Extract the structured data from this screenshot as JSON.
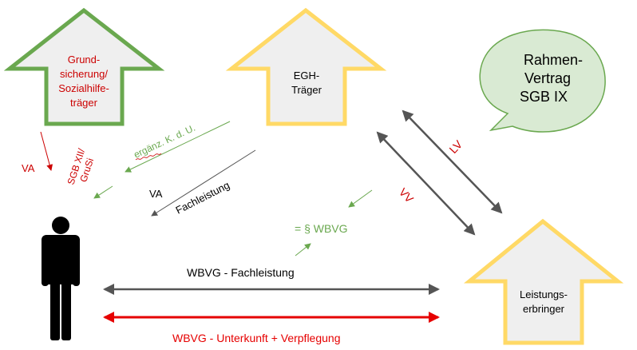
{
  "houses": {
    "grundsicherung": {
      "lines": [
        "Grund-",
        "sicherung/",
        "Sozialhilfe-",
        "träger"
      ],
      "border_color": "#6aa84f",
      "text_color": "#cc0000"
    },
    "egh": {
      "lines": [
        "EGH-",
        "Träger"
      ],
      "border_color": "#ffd966",
      "text_color": "#000000"
    },
    "leistungserbringer": {
      "lines": [
        "Leistungs-",
        "erbringer"
      ],
      "border_color": "#ffd966",
      "text_color": "#000000"
    }
  },
  "bubble": {
    "lines": [
      "Rahmen-",
      "Vertrag",
      "SGB IX"
    ],
    "fill": "#d9ead3",
    "border_color": "#6aa84f"
  },
  "labels": {
    "va_red": "VA",
    "sgb_xii_line1": "SGB XII/",
    "sgb_xii_line2": "GruSi",
    "ergaenz_kdu": "ergänz. K. d. U.",
    "va_black": "VA",
    "fachleistung": "Fachleistung",
    "lv": "LV",
    "vv": "VV",
    "wbvg_paragraph": "= § WBVG",
    "wbvg_fachleistung": "WBVG - Fachleistung",
    "wbvg_unterkunft": "WBVG - Unterkunft + Verpflegung"
  },
  "colors": {
    "red": "#e60000",
    "green": "#6aa84f",
    "dark_gray": "#555555",
    "black": "#000000",
    "house_fill": "#efefef"
  }
}
